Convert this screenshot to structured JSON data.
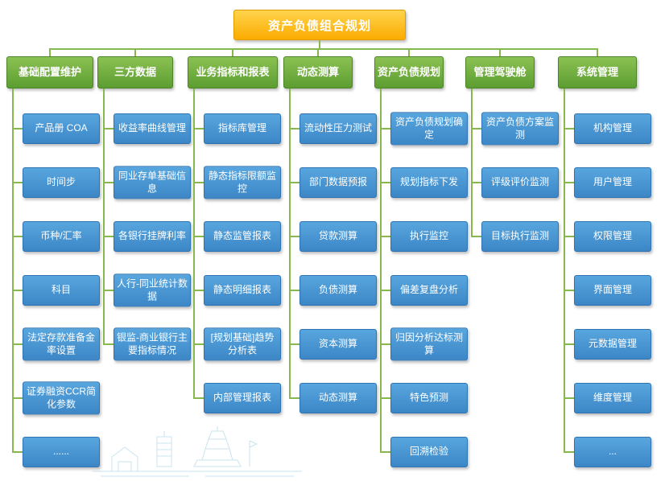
{
  "root": {
    "title": "资产负债组合规划"
  },
  "palette": {
    "root_top": "#FFD44D",
    "root_bottom": "#FBAB00",
    "root_border": "#E09C00",
    "header_top": "#8CC153",
    "header_bottom": "#5C9D31",
    "header_border": "#4C8527",
    "item_top": "#58A6DE",
    "item_bottom": "#3C86C6",
    "item_border": "#2E73B4",
    "connector": "#86B84E",
    "text": "#FFFFFF",
    "watermark": "#BCDDEC"
  },
  "columns": [
    {
      "title": "基础配置维护",
      "items": [
        "产品册 COA",
        "时间步",
        "币种/汇率",
        "科目",
        "法定存款准备金率设置",
        "证券融资CCR简化参数",
        "......"
      ]
    },
    {
      "title": "三方数据",
      "items": [
        "收益率曲线管理",
        "同业存单基础信息",
        "各银行挂牌利率",
        "人行-同业统计数据",
        "银监-商业银行主要指标情况"
      ]
    },
    {
      "title": "业务指标和报表",
      "items": [
        "指标库管理",
        "静态指标限额监控",
        "静态监管报表",
        "静态明细报表",
        "[规划基础]趋势分析表",
        "内部管理报表"
      ]
    },
    {
      "title": "动态测算",
      "items": [
        "流动性压力测试",
        "部门数据预报",
        "贷款测算",
        "负债测算",
        "资本测算",
        "动态测算"
      ]
    },
    {
      "title": "资产负债规划",
      "items": [
        "资产负债规划确定",
        "规划指标下发",
        "执行监控",
        "偏差复盘分析",
        "归因分析达标测算",
        "特色预测",
        "回溯检验"
      ]
    },
    {
      "title": "管理驾驶舱",
      "items": [
        "资产负债方案监测",
        "评级评价监测",
        "目标执行监测"
      ]
    },
    {
      "title": "系统管理",
      "items": [
        "机构管理",
        "用户管理",
        "权限管理",
        "界面管理",
        "元数据管理",
        "维度管理",
        "..."
      ]
    }
  ]
}
